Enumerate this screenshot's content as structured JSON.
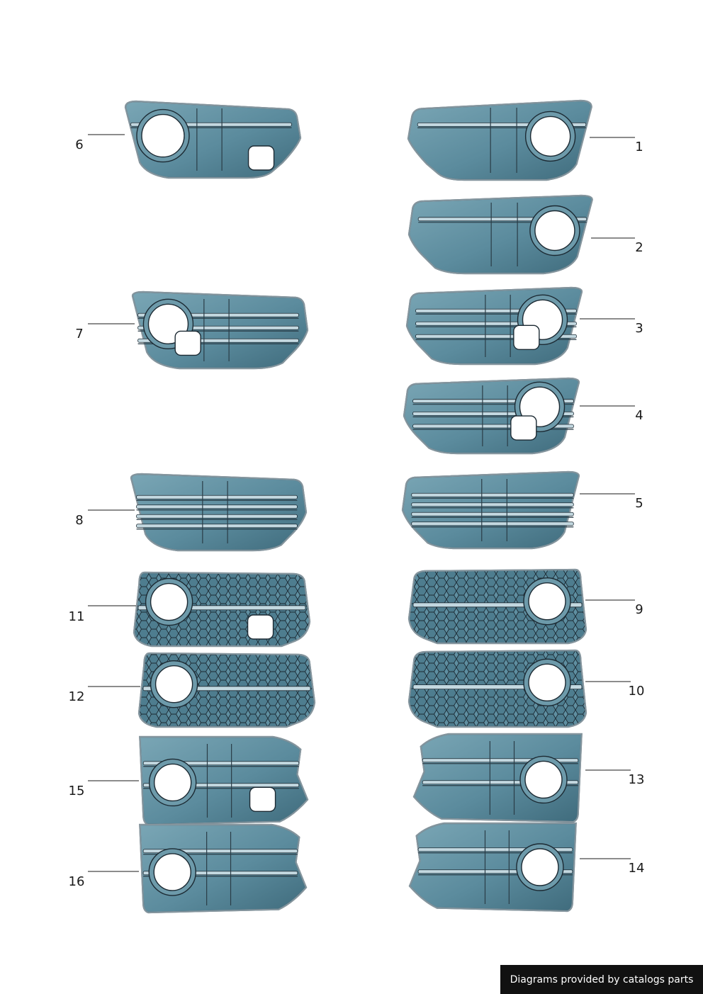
{
  "diagram": {
    "parts": [
      {
        "number": "1"
      },
      {
        "number": "2"
      },
      {
        "number": "3"
      },
      {
        "number": "4"
      },
      {
        "number": "5"
      },
      {
        "number": "6"
      },
      {
        "number": "7"
      },
      {
        "number": "8"
      },
      {
        "number": "9"
      },
      {
        "number": "10"
      },
      {
        "number": "11"
      },
      {
        "number": "12"
      },
      {
        "number": "13"
      },
      {
        "number": "14"
      },
      {
        "number": "15"
      },
      {
        "number": "16"
      }
    ]
  },
  "footer": {
    "text": "Diagrams provided by catalogs parts"
  },
  "colors": {
    "grille_fill": "#5f8fa1",
    "grille_highlight": "#c9dde6",
    "outline": "#1c2a33",
    "footer_bg": "#111111"
  }
}
